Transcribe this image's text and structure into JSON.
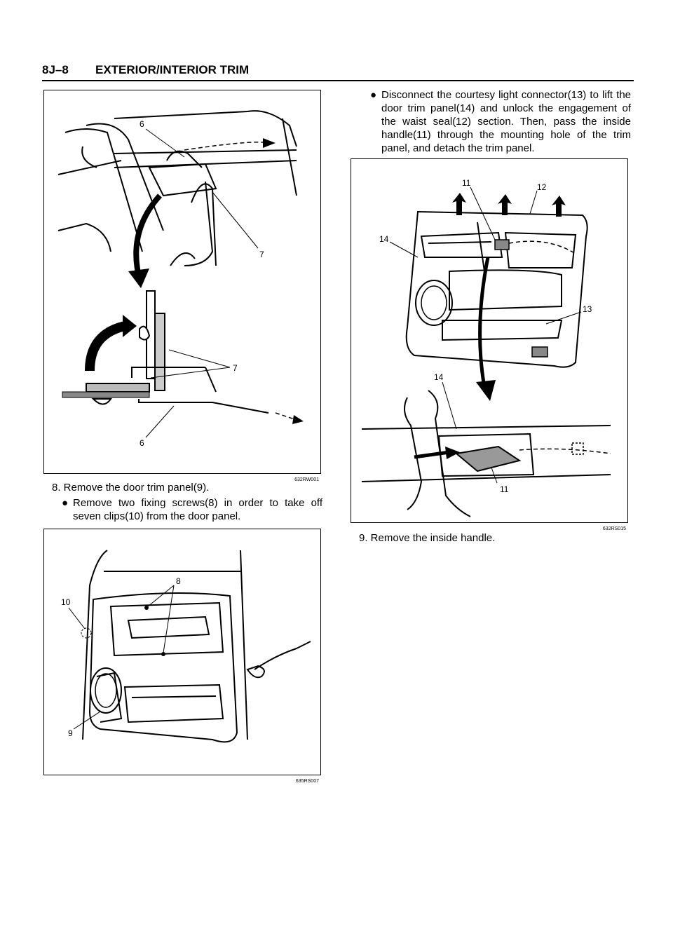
{
  "header": {
    "code": "8J–8",
    "title": "EXTERIOR/INTERIOR TRIM"
  },
  "figures": {
    "fig1": {
      "id": "632RW001",
      "callouts": [
        "6",
        "7",
        "7",
        "6"
      ]
    },
    "fig2": {
      "id": "635RS007",
      "callouts": [
        "8",
        "10",
        "9"
      ]
    },
    "fig3": {
      "id": "632RS015",
      "callouts": [
        "11",
        "12",
        "14",
        "13",
        "14",
        "11"
      ]
    }
  },
  "steps": {
    "step8": "8. Remove the door trim panel(9).",
    "step8_bullet": "Remove two fixing screws(8) in order to take off seven clips(10) from the door panel.",
    "step7_bullet": "Disconnect the courtesy light connector(13) to lift the door trim panel(14) and unlock the engagement of the waist seal(12) section.  Then, pass the inside handle(11) through the mounting hole of the trim panel, and detach the trim panel.",
    "step9": "9. Remove the inside handle."
  },
  "bullet_glyph": "●"
}
